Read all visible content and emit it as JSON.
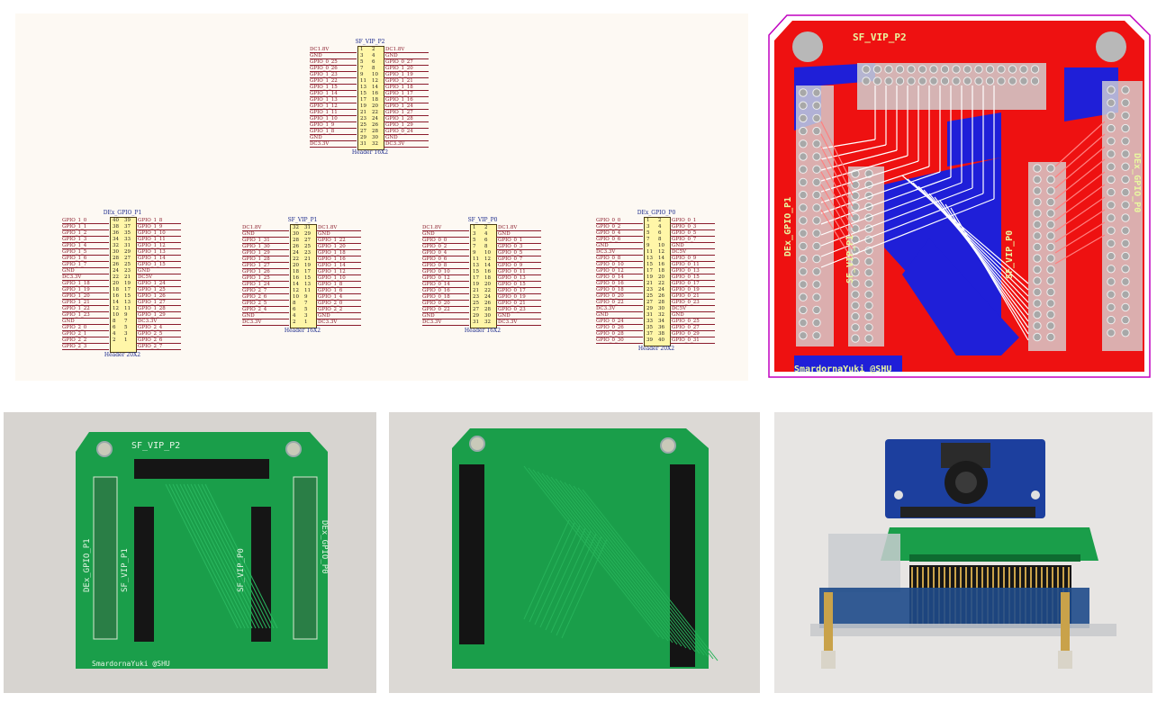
{
  "schematic": {
    "top_header": {
      "title": "SF_VIP_P2",
      "footer": "Header 16X2",
      "left_labels": [
        "DC1.8V",
        "GND",
        "GPIO_0_25",
        "GPIO_0_26",
        "GPIO_1_23",
        "GPIO_1_22",
        "GPIO_1_15",
        "GPIO_1_14",
        "GPIO_1_13",
        "GPIO_1_12",
        "GPIO_1_11",
        "GPIO_1_10",
        "GPIO_1_9",
        "GPIO_1_8",
        "GND",
        "DC3.3V"
      ],
      "right_labels": [
        "DC1.8V",
        "GND",
        "GPIO_0_27",
        "GPIO_1_20",
        "GPIO_1_19",
        "GPIO_1_21",
        "GPIO_1_18",
        "GPIO_1_17",
        "GPIO_1_16",
        "GPIO_1_24",
        "GPIO_1_27",
        "GPIO_1_28",
        "GPIO_1_29",
        "GPIO_0_24",
        "GND",
        "DC3.3V"
      ],
      "left_pins": [
        "1",
        "3",
        "5",
        "7",
        "9",
        "11",
        "13",
        "15",
        "17",
        "19",
        "21",
        "23",
        "25",
        "27",
        "29",
        "31"
      ],
      "right_pins": [
        "2",
        "4",
        "6",
        "8",
        "10",
        "12",
        "14",
        "16",
        "18",
        "20",
        "22",
        "24",
        "26",
        "28",
        "30",
        "32"
      ]
    },
    "headers": [
      {
        "title": "DEx_GPIO_P1",
        "footer": "Header 20X2",
        "left_labels": [
          "GPIO_1_0",
          "GPIO_1_1",
          "GPIO_1_2",
          "GPIO_1_3",
          "GPIO_1_4",
          "GPIO_1_5",
          "GPIO_1_6",
          "GPIO_1_7",
          "GND",
          "DC3.3V",
          "GPIO_1_18",
          "GPIO_1_19",
          "GPIO_1_20",
          "GPIO_1_21",
          "GPIO_1_22",
          "GPIO_1_23",
          "GND",
          "GPIO_2_0",
          "GPIO_2_1",
          "GPIO_2_2",
          "GPIO_2_3"
        ],
        "right_labels": [
          "GPIO_1_8",
          "GPIO_1_9",
          "GPIO_1_10",
          "GPIO_1_11",
          "GPIO_1_12",
          "GPIO_1_13",
          "GPIO_1_14",
          "GPIO_1_15",
          "GND",
          "DC5V",
          "GPIO_1_24",
          "GPIO_1_25",
          "GPIO_1_26",
          "GPIO_1_27",
          "GPIO_1_28",
          "GPIO_1_29",
          "DC3.3V",
          "GPIO_2_4",
          "GPIO_2_5",
          "GPIO_2_6",
          "GPIO_2_7"
        ],
        "left_pins": [
          "40",
          "38",
          "36",
          "34",
          "32",
          "30",
          "28",
          "26",
          "24",
          "22",
          "20",
          "18",
          "16",
          "14",
          "12",
          "10",
          "8",
          "6",
          "4",
          "2"
        ],
        "right_pins": [
          "39",
          "37",
          "35",
          "33",
          "31",
          "29",
          "27",
          "25",
          "23",
          "21",
          "19",
          "17",
          "15",
          "13",
          "11",
          "9",
          "7",
          "5",
          "3",
          "1"
        ]
      },
      {
        "title": "SF_VIP_P1",
        "footer": "Header 16X2",
        "left_labels": [
          "DC1.8V",
          "GND",
          "GPIO_1_31",
          "GPIO_1_30",
          "GPIO_1_29",
          "GPIO_1_28",
          "GPIO_1_27",
          "GPIO_1_26",
          "GPIO_1_25",
          "GPIO_1_24",
          "GPIO_2_7",
          "GPIO_2_6",
          "GPIO_2_5",
          "GPIO_2_4",
          "GND",
          "DC3.3V"
        ],
        "right_labels": [
          "DC1.8V",
          "GND",
          "GPIO_1_22",
          "GPIO_1_20",
          "GPIO_1_18",
          "GPIO_1_16",
          "GPIO_1_14",
          "GPIO_1_12",
          "GPIO_1_10",
          "GPIO_1_8",
          "GPIO_1_6",
          "GPIO_1_4",
          "GPIO_2_0",
          "GPIO_2_2",
          "GND",
          "DC3.3V"
        ],
        "left_pins": [
          "32",
          "30",
          "28",
          "26",
          "24",
          "22",
          "20",
          "18",
          "16",
          "14",
          "12",
          "10",
          "8",
          "6",
          "4",
          "2"
        ],
        "right_pins": [
          "31",
          "29",
          "27",
          "25",
          "23",
          "21",
          "19",
          "17",
          "15",
          "13",
          "11",
          "9",
          "7",
          "5",
          "3",
          "1"
        ]
      },
      {
        "title": "SF_VIP_P0",
        "footer": "Header 16X2",
        "left_labels": [
          "DC1.8V",
          "GND",
          "GPIO_0_0",
          "GPIO_0_2",
          "GPIO_0_4",
          "GPIO_0_6",
          "GPIO_0_8",
          "GPIO_0_10",
          "GPIO_0_12",
          "GPIO_0_14",
          "GPIO_0_16",
          "GPIO_0_18",
          "GPIO_0_20",
          "GPIO_0_22",
          "GND",
          "DC3.3V"
        ],
        "right_labels": [
          "DC1.8V",
          "GND",
          "GPIO_0_1",
          "GPIO_0_3",
          "GPIO_0_5",
          "GPIO_0_7",
          "GPIO_0_9",
          "GPIO_0_11",
          "GPIO_0_13",
          "GPIO_0_15",
          "GPIO_0_17",
          "GPIO_0_19",
          "GPIO_0_21",
          "GPIO_0_23",
          "GND",
          "DC3.3V"
        ],
        "left_pins": [
          "1",
          "3",
          "5",
          "7",
          "9",
          "11",
          "13",
          "15",
          "17",
          "19",
          "21",
          "23",
          "25",
          "27",
          "29",
          "31"
        ],
        "right_pins": [
          "2",
          "4",
          "6",
          "8",
          "10",
          "12",
          "14",
          "16",
          "18",
          "20",
          "22",
          "24",
          "26",
          "28",
          "30",
          "32"
        ]
      },
      {
        "title": "DEx_GPIO_P0",
        "footer": "Header 20X2",
        "left_labels": [
          "GPIO_0_0",
          "GPIO_0_2",
          "GPIO_0_4",
          "GPIO_0_6",
          "GND",
          "DC3.3V",
          "GPIO_0_8",
          "GPIO_0_10",
          "GPIO_0_12",
          "GPIO_0_14",
          "GPIO_0_16",
          "GPIO_0_18",
          "GPIO_0_20",
          "GPIO_0_22",
          "DC3.3V",
          "GND",
          "GPIO_0_24",
          "GPIO_0_26",
          "GPIO_0_28",
          "GPIO_0_30"
        ],
        "right_labels": [
          "GPIO_0_1",
          "GPIO_0_3",
          "GPIO_0_5",
          "GPIO_0_7",
          "GND",
          "DC5V",
          "GPIO_0_9",
          "GPIO_0_11",
          "GPIO_0_13",
          "GPIO_0_15",
          "GPIO_0_17",
          "GPIO_0_19",
          "GPIO_0_21",
          "GPIO_0_23",
          "DC5V",
          "GND",
          "GPIO_0_25",
          "GPIO_0_27",
          "GPIO_0_29",
          "GPIO_0_31"
        ],
        "left_pins": [
          "1",
          "3",
          "5",
          "7",
          "9",
          "11",
          "13",
          "15",
          "17",
          "19",
          "21",
          "23",
          "25",
          "27",
          "29",
          "31",
          "33",
          "35",
          "37",
          "39"
        ],
        "right_pins": [
          "2",
          "4",
          "6",
          "8",
          "10",
          "12",
          "14",
          "16",
          "18",
          "20",
          "22",
          "24",
          "26",
          "28",
          "30",
          "32",
          "34",
          "36",
          "38",
          "40"
        ]
      }
    ]
  },
  "pcb": {
    "labels": {
      "top": "SF_VIP_P2",
      "left": "DEx_GPIO_P1",
      "center_left": "SF_VIP_P1",
      "center_right": "SF_VIP_P0",
      "right": "DEx_GPIO_P0",
      "bottom": "SmardornaYuki @SHU"
    },
    "colors": {
      "copper_top": "#ee1111",
      "copper_bottom": "#1f1fd8",
      "silk": "#e9f7a0",
      "outline": "#c000c0"
    }
  },
  "photos": {
    "front": {
      "labels": {
        "top": "SF_VIP_P2",
        "left": "DEx_GPIO_P1",
        "center_left": "SF_VIP_P1",
        "center_right": "SF_VIP_P0",
        "right": "DEx_GPIO_P0",
        "bottom": "SmardornaYuki @SHU"
      },
      "board_color": "#1a9e4a"
    },
    "back": {
      "board_color": "#1a9e4a"
    },
    "assembled": {
      "camera_color": "#1c3f9e",
      "board_color": "#1a9e4a"
    }
  }
}
